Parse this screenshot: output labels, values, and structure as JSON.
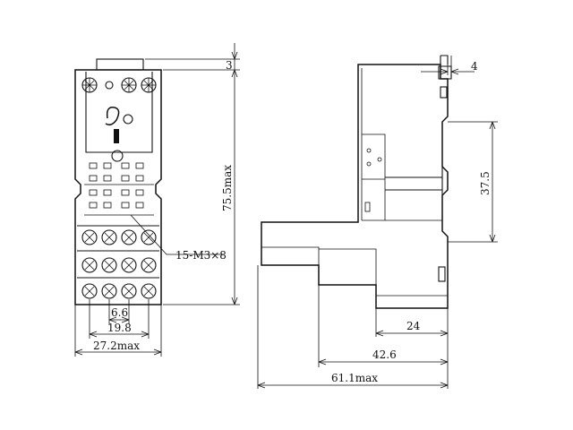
{
  "dimensions": {
    "top_offset": "3",
    "overall_height": "75.5max",
    "screw_callout": "15-M3×8",
    "terminal_pitch": "6.6",
    "terminal_span": "19.8",
    "overall_width": "27.2max",
    "side_offset": "4",
    "rail_height": "37.5",
    "depth_inner": "24",
    "depth_mid": "42.6",
    "overall_depth": "61.1max"
  },
  "colors": {
    "line": "#111111",
    "background": "#ffffff"
  }
}
